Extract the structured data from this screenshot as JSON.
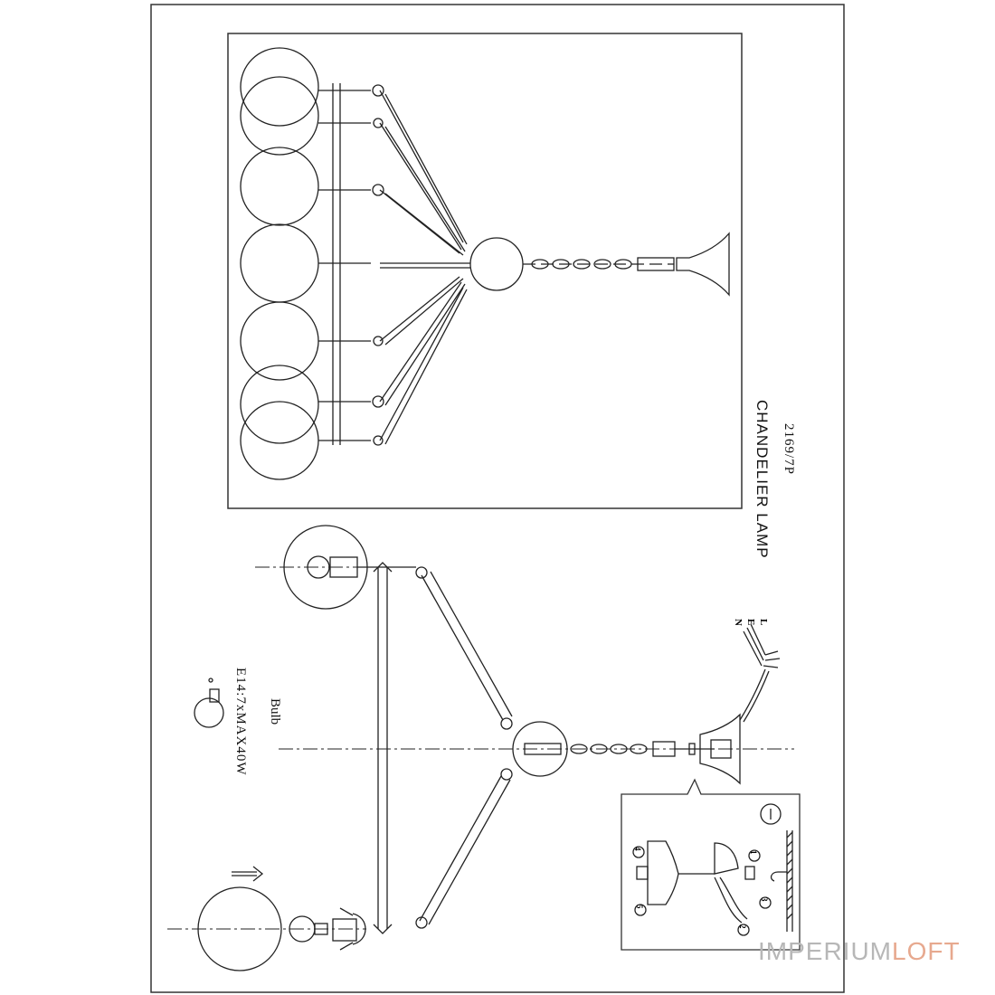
{
  "title_block": {
    "name": "CHANDELIER LAMP",
    "model": "2169/7P"
  },
  "bulb": {
    "label": "Bulb",
    "spec": "E14:7xMAX40W"
  },
  "wiring": {
    "labels": [
      "L",
      "E",
      "N"
    ]
  },
  "watermark": {
    "part1": "IMPERIUM",
    "part2": "LOFT",
    "color_part1": "#b7b7b7",
    "color_part2": "#e7a98f"
  },
  "detail_steps": [
    "1",
    "2",
    "3",
    "4",
    "5"
  ]
}
